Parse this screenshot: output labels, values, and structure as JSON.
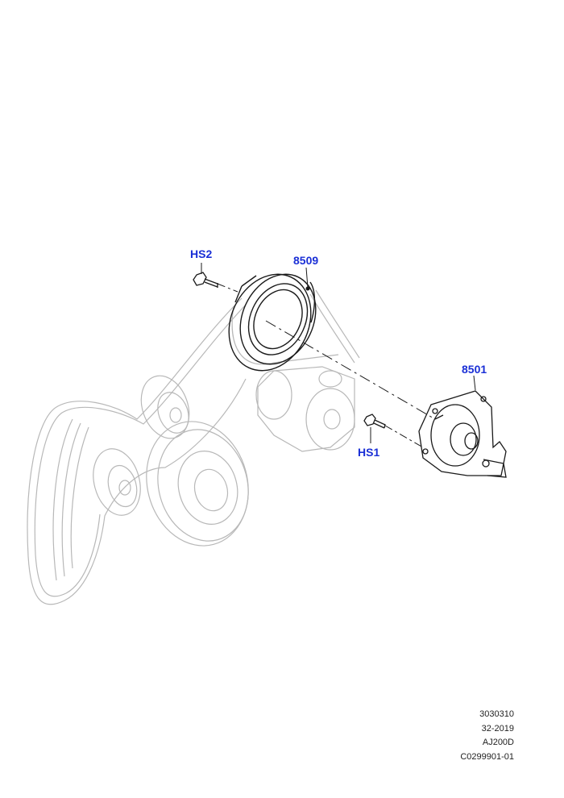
{
  "callouts": {
    "hs2": "HS2",
    "p8509": "8509",
    "p8501": "8501",
    "hs1": "HS1"
  },
  "footer": {
    "line1": "3030310",
    "line2": "32-2019",
    "line3": "AJ200D",
    "line4": "C0299901-01"
  },
  "colors": {
    "callout": "#1a2fd6",
    "ghost_line": "#b8b8b8",
    "part_line": "#1a1a1a"
  }
}
